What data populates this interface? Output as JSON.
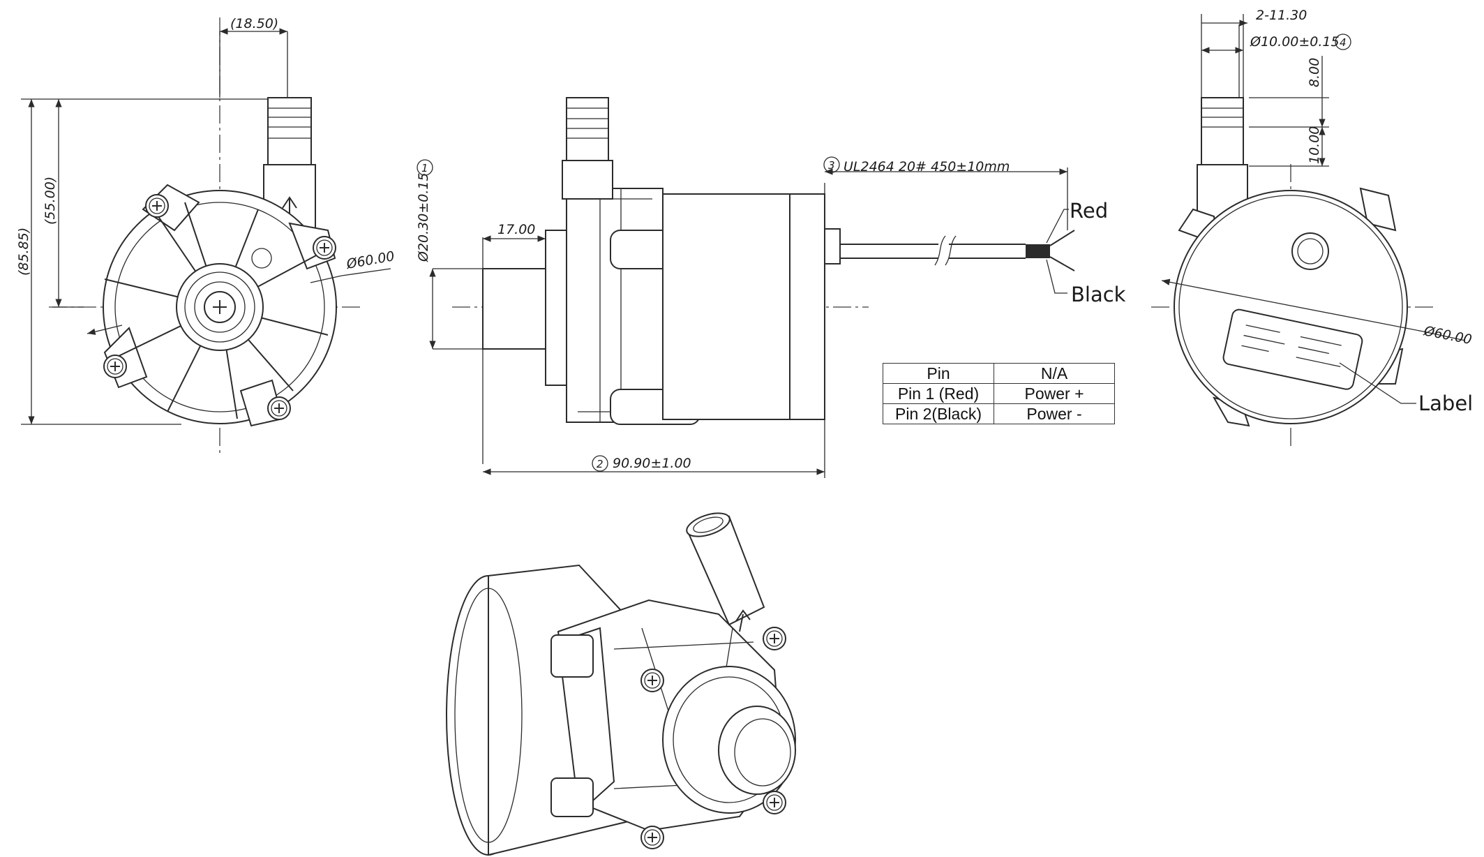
{
  "dimensions": {
    "offset": "(18.50)",
    "overall_height": "(85.85)",
    "center_height": "(55.00)",
    "diameter_front": "Ø60.00",
    "outlet_dia": "Ø20.30±0.15",
    "inlet_len": "17.00",
    "cable": "UL2464  20#  450±10mm",
    "body_len": "90.90±1.00",
    "barb": "2-11.30",
    "nozzle_dia": "Ø10.00±0.15",
    "top_len": "8.00",
    "mid_len": "10.00",
    "diameter_rear": "Ø60.00"
  },
  "balloons": [
    "1",
    "2",
    "3",
    "4"
  ],
  "wire_labels": {
    "red": "Red",
    "black": "Black",
    "label": "Label"
  },
  "pin_table": {
    "header": [
      "Pin",
      "N/A"
    ],
    "rows": [
      [
        "Pin 1 (Red)",
        "Power +"
      ],
      [
        "Pin 2(Black)",
        "Power -"
      ]
    ]
  }
}
